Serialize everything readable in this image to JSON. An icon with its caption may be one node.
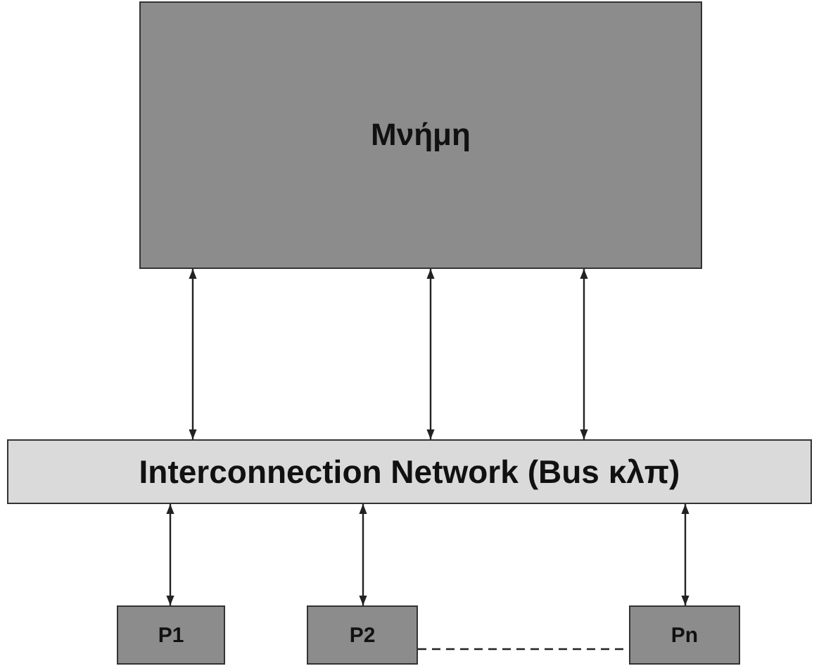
{
  "diagram": {
    "nodes": [
      {
        "text": [
          "Μνήμη"
        ]
      },
      {
        "text": [
          "Interconnection Network (Bus κλπ)"
        ]
      },
      {
        "text": [
          "P1"
        ]
      },
      {
        "text": [
          "P2"
        ]
      },
      {
        "text": [
          "Pn"
        ]
      }
    ],
    "edges": [
      {
        "from": 0,
        "to": 1,
        "arrow": "both"
      },
      {
        "from": 0,
        "to": 1,
        "arrow": "both"
      },
      {
        "from": 0,
        "to": 1,
        "arrow": "both"
      },
      {
        "from": 1,
        "to": 2,
        "arrow": "both"
      },
      {
        "from": 1,
        "to": 3,
        "arrow": "both"
      },
      {
        "from": 1,
        "to": 4,
        "arrow": "both"
      },
      {
        "from": 3,
        "to": 4,
        "arrow": "none",
        "style": "dashed"
      }
    ]
  }
}
